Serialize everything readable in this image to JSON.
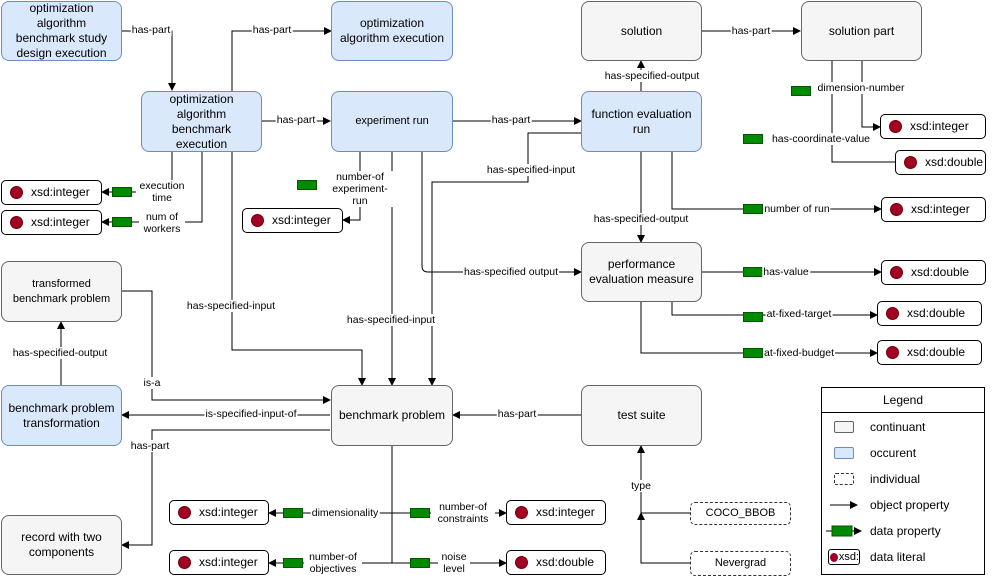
{
  "nodes": {
    "oabsde": "optimization algorithm benchmark study design execution",
    "oae": "optimization algorithm execution",
    "oabe": "optimization algorithm benchmark execution",
    "experiment_run": "experiment run",
    "fer": "function evaluation run",
    "solution": "solution",
    "solution_part": "solution part",
    "pem": "performance evaluation measure",
    "tbp": "transformed benchmark problem",
    "bpt": "benchmark problem transformation",
    "benchmark_problem": "benchmark problem",
    "test_suite": "test suite",
    "record": "record with two components",
    "coco": "COCO_BBOB",
    "nevergrad": "Nevergrad"
  },
  "literals": {
    "exec_time": "xsd:integer",
    "num_workers": "xsd:integer",
    "num_exp_run": "xsd:integer",
    "dim_number": "xsd:integer",
    "coord_value": "xsd:double",
    "number_of_run": "xsd:integer",
    "has_value": "xsd:double",
    "fixed_target": "xsd:double",
    "fixed_budget": "xsd:double",
    "dimensionality": "xsd:integer",
    "num_objectives": "xsd:integer",
    "num_constraints": "xsd:integer",
    "noise_level": "xsd:double"
  },
  "edge_labels": {
    "has_part_1": "has-part",
    "has_part_2": "has-part",
    "has_part_3": "has-part",
    "has_part_4": "has-part",
    "has_part_5": "has-part",
    "has_part_6": "has-part",
    "has_part_7": "has-part",
    "has_specified_output_1": "has-specified-output",
    "has_specified_input_1": "has-specified-input",
    "has_specified_output_2": "has-specified-output",
    "has_specified_output_3": "has-specified output",
    "has_specified_input_2": "has-specified-input",
    "has_specified_input_3": "has-specified-input",
    "has_specified_output_4": "has-specified-output",
    "is_a": "is-a",
    "is_specified_input_of": "is-specified-input-of",
    "type": "type",
    "execution_time": "execution time",
    "num_of_workers": "num of workers",
    "number_of_experiment_run": "number-of experiment-run",
    "dimension_number": "dimension-number",
    "has_coordinate_value": "has-coordinate-value",
    "number_of_run": "number of run",
    "has_value": "has-value",
    "at_fixed_target": "at-fixed-target",
    "at_fixed_budget": "at-fixed-budget",
    "dimensionality": "dimensionality",
    "number_of_objectives": "number-of objectives",
    "number_of_constraints": "number-of constraints",
    "noise_level": "noise level"
  },
  "legend": {
    "title": "Legend",
    "continuant": "continuant",
    "occurent": "occurent",
    "individual": "individual",
    "object_property": "object property",
    "data_property": "data property",
    "data_literal": "data literal",
    "literal_symbol": "xsd:"
  },
  "colors": {
    "occurent_fill": "#dae8fc",
    "occurent_border": "#6c8ebf",
    "continuant_fill": "#f5f5f5",
    "data_property": "#008a00",
    "literal_dot": "#a20025"
  }
}
